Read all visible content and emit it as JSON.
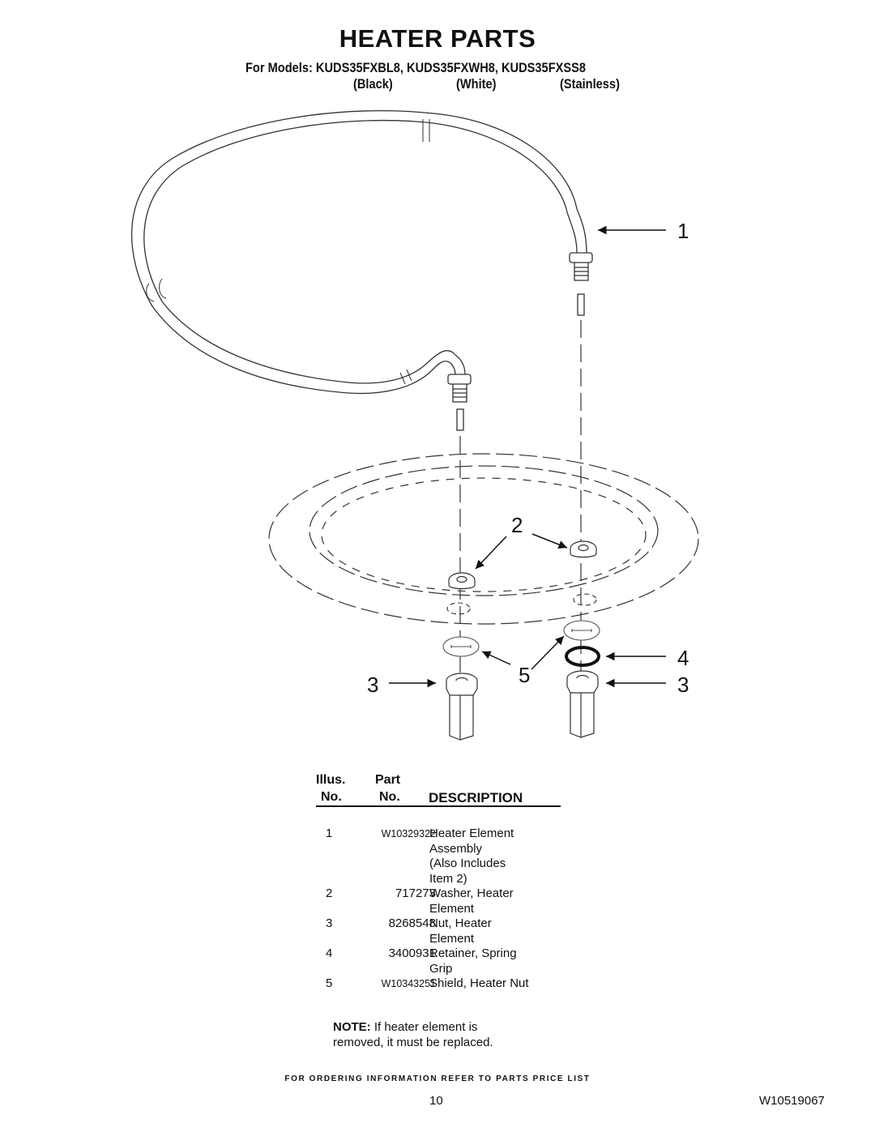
{
  "header": {
    "title": "HEATER PARTS",
    "models_line": "For Models: KUDS35FXBL8, KUDS35FXWH8, KUDS35FXSS8",
    "variants": [
      "(Black)",
      "(White)",
      "(Stainless)"
    ]
  },
  "diagram": {
    "callouts": {
      "c1": "1",
      "c2": "2",
      "c3_left": "3",
      "c3_right": "3",
      "c4": "4",
      "c5": "5"
    }
  },
  "table": {
    "headers": {
      "illus_top": "Illus.",
      "illus_bottom": "No.",
      "part_top": "Part",
      "part_bottom": "No.",
      "description": "DESCRIPTION"
    },
    "rows": [
      {
        "illus": "1",
        "part": "W10329322",
        "desc": [
          "Heater Element",
          "Assembly",
          "(Also Includes",
          "Item 2)"
        ]
      },
      {
        "illus": "2",
        "part": "717273",
        "desc": [
          "Washer, Heater",
          "Element"
        ]
      },
      {
        "illus": "3",
        "part": "8268548",
        "desc": [
          "Nut, Heater",
          "Element"
        ]
      },
      {
        "illus": "4",
        "part": "3400931",
        "desc": [
          "Retainer, Spring",
          "Grip"
        ]
      },
      {
        "illus": "5",
        "part": "W10343251",
        "desc": [
          "Shield, Heater Nut"
        ]
      }
    ]
  },
  "note": {
    "label": "NOTE:",
    "text_line1": " If heater element is",
    "text_line2": "removed, it must be replaced."
  },
  "footer": {
    "ordering": "FOR ORDERING INFORMATION REFER TO PARTS PRICE LIST",
    "page_number": "10",
    "doc_number": "W10519067"
  }
}
